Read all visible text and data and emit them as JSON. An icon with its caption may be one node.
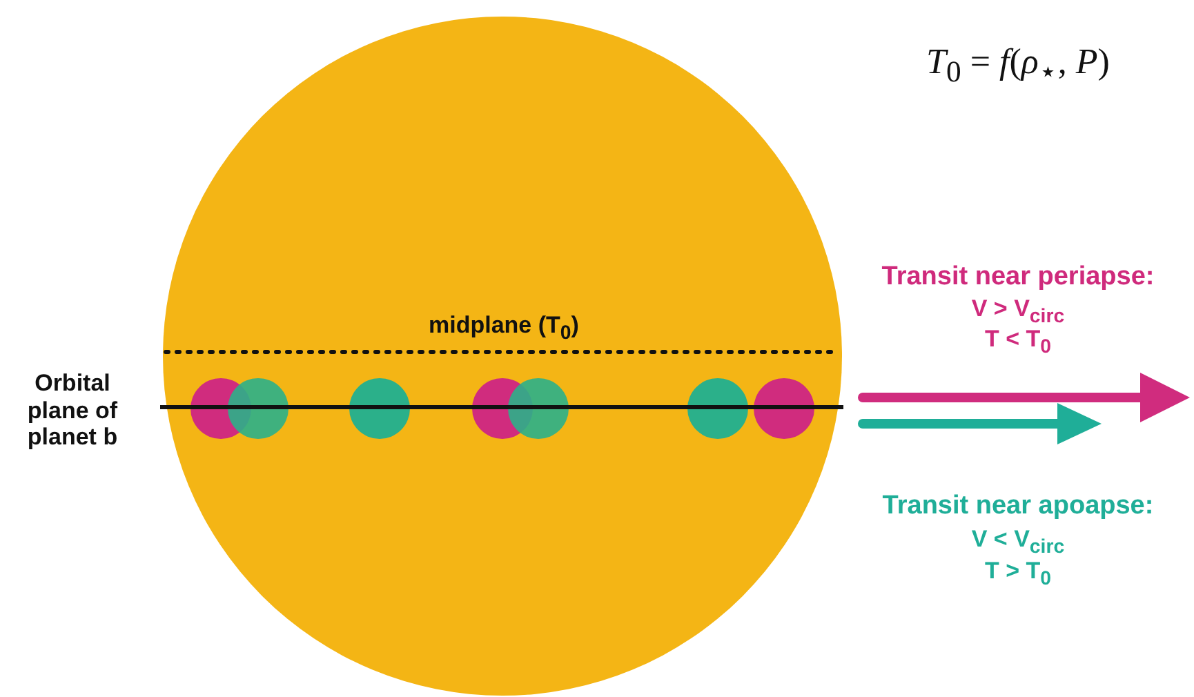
{
  "diagram": {
    "labels": [
      "*T*$_{0}$ = *f*(*ρ*$_{⋆}$, *P*)",
      "Transit near periapse:",
      "V > V$_{circ}$",
      "T < T$_{0}$",
      "midplane (T$_{0}$)",
      "Orbital plane of planet b",
      "Transit near apoapse:",
      "V < V$_{circ}$",
      "T > T$_{0}$"
    ]
  }
}
